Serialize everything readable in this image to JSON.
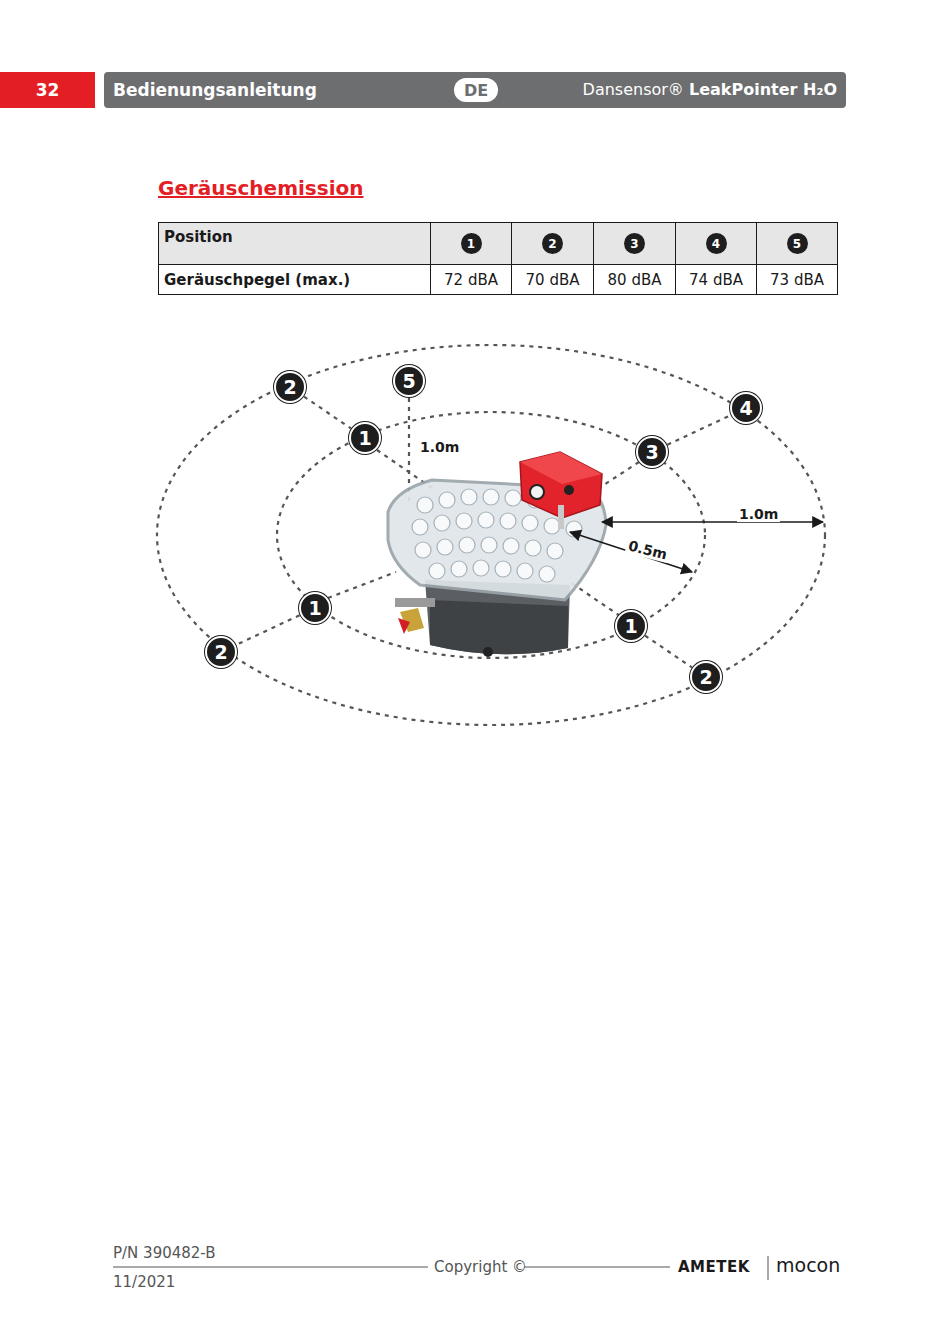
{
  "diagram": {
    "title": "Geräuschemission",
    "nodes": [
      {
        "text": [
          "32"
        ]
      },
      {
        "text": [
          "Bedienungsanleitung",
          "Dansensor®",
          "LeakPointer H₂O"
        ]
      },
      {
        "text": [
          "DE"
        ],
        "in": 1
      },
      {
        "text": [
          "5"
        ]
      },
      {
        "text": [
          "2"
        ]
      },
      {
        "text": [
          "4"
        ]
      },
      {
        "text": [
          "1"
        ]
      },
      {
        "text": [
          "3"
        ]
      },
      {
        "text": [
          "1"
        ]
      },
      {
        "text": [
          "1"
        ]
      },
      {
        "text": [
          "2"
        ]
      },
      {
        "text": [
          "2"
        ]
      }
    ],
    "edges": [
      {
        "from": 4,
        "to": 6,
        "arrow": "none"
      },
      {
        "from": 7,
        "to": 5,
        "arrow": "none"
      },
      {
        "from": 8,
        "to": 10,
        "arrow": "none"
      },
      {
        "from": 9,
        "to": 11,
        "arrow": "none"
      }
    ],
    "labels": [
      "Position",
      "1",
      "2",
      "3",
      "4",
      "5",
      "Geräuschpegel (max.)",
      "72 dBA",
      "70 dBA",
      "80 dBA",
      "74 dBA",
      "73 dBA",
      "1.0m",
      "1.0m",
      "0.5m",
      "P/N 390482-B",
      "11/2021",
      "Copyright ©",
      "AMETEK",
      "mocon"
    ]
  }
}
